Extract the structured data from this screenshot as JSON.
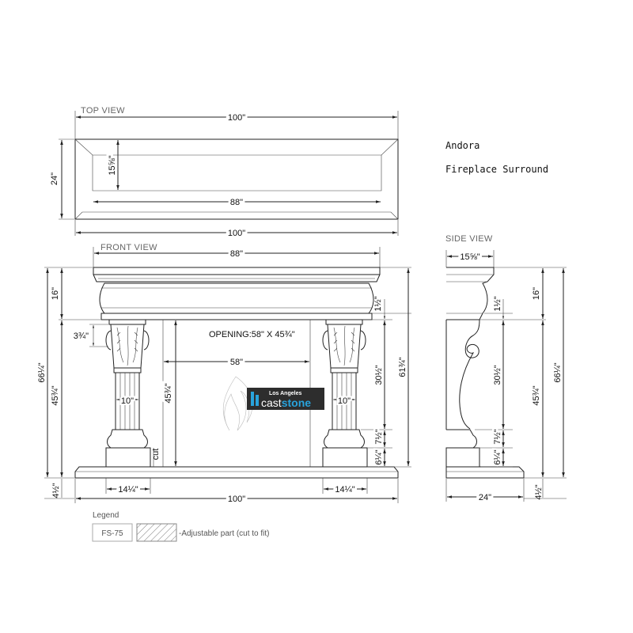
{
  "title": {
    "line1": "Andora",
    "line2": "Fireplace Surround"
  },
  "views": {
    "top": "TOP VIEW",
    "front": "FRONT VIEW",
    "side": "SIDE VIEW"
  },
  "dims": {
    "top_width": "100\"",
    "top_depth": "24\"",
    "top_inner_depth": "15⅝\"",
    "top_inner_width": "88\"",
    "top_base_width": "100\"",
    "front_top_width": "88\"",
    "front_height": "66¼\"",
    "front_leg_height": "45¾\"",
    "front_frieze": "16\"",
    "front_moulding": "1½\"",
    "front_capital": "3¾\"",
    "front_col": "30½\"",
    "front_col_base": "7½\"",
    "front_plinth": "6¼\"",
    "front_overall": "61¾\"",
    "front_hearth": "4½\"",
    "front_base_width": "100\"",
    "front_leg_width_l": "14¼\"",
    "front_leg_width_r": "14¼\"",
    "front_col_dia_l": "10\"",
    "front_col_dia_r": "10\"",
    "opening_label": "OPENING:58\" X 45¾\"",
    "opening_width": "58\"",
    "opening_height": "45¾\"",
    "cut": "cut",
    "side_top_depth": "15⅝\"",
    "side_moulding": "1½\"",
    "side_frieze": "16\"",
    "side_scroll": "30½\"",
    "side_base": "7½\"",
    "side_plinth": "6¼\"",
    "side_leg_height": "45¾\"",
    "side_height": "66¼\"",
    "side_depth": "24\"",
    "side_hearth": "4½\""
  },
  "logo": {
    "top": "Los Angeles",
    "word1": "cast",
    "word2": "stone"
  },
  "legend": {
    "title": "Legend",
    "code": "FS-75",
    "hatch_label": "-Adjustable part (cut to fit)"
  },
  "colors": {
    "logo_bg": "#2d2d2d",
    "logo_accent": "#29a3dc",
    "ink": "#222222"
  }
}
